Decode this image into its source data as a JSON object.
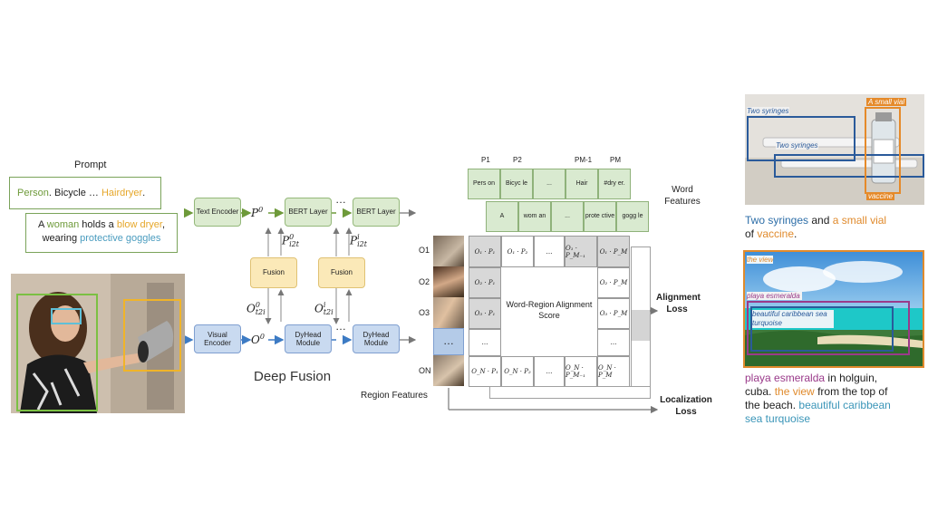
{
  "colors": {
    "person_green": "#6e9a3a",
    "object_orange": "#e6a72a",
    "goggles_blue": "#4a9cbf",
    "caption_blue": "#2d6ea8",
    "caption_orange": "#e08a2c",
    "caption_purple": "#9a3a8a",
    "caption_teal": "#3a95b8"
  },
  "prompt": {
    "title": "Prompt",
    "line1": {
      "w1": "Person",
      "s1": ". Bicycle … ",
      "w2": "Hairdryer",
      "s2": "."
    },
    "line2": {
      "a": "A ",
      "w1": "woman",
      "b": " holds a ",
      "w2": "blow dryer",
      "c": ",",
      "d": "wearing ",
      "w3": "protective goggles"
    }
  },
  "modules": {
    "text_encoder": "Text Encoder",
    "bert1": "BERT Layer",
    "bert2": "BERT Layer",
    "fusion1": "Fusion",
    "fusion2": "Fusion",
    "visual_encoder": "Visual Encoder",
    "dyhead1": "DyHead Module",
    "dyhead2": "DyHead Module",
    "ellipsis": "…"
  },
  "math": {
    "p0": "P",
    "p0_sup": "0",
    "o0": "O",
    "o0_sup": "0",
    "p_i2t_0": "P",
    "p_i2t_0_sup": "0",
    "p_i2t_0_sub": "i2t",
    "p_i2t_i": "P",
    "p_i2t_i_sup": "i",
    "p_i2t_i_sub": "i2t",
    "o_t2i_0": "O",
    "o_t2i_0_sup": "0",
    "o_t2i_0_sub": "t2i",
    "o_t2i_i": "O",
    "o_t2i_i_sup": "i",
    "o_t2i_i_sub": "t2i"
  },
  "deep_fusion": "Deep Fusion",
  "word_header": {
    "p1": "P1",
    "p2": "P2",
    "pm1": "PM-1",
    "pm": "PM"
  },
  "word_rows": {
    "row1": [
      "Pers on",
      "Bicyc le",
      "...",
      "Hair",
      "#dry er."
    ],
    "row2": [
      "A",
      "wom an",
      "...",
      "prote ctive",
      "gogg le"
    ]
  },
  "word_features": "Word Features",
  "region_labels": [
    "O1",
    "O2",
    "O3",
    "ON"
  ],
  "region_features": "Region Features",
  "matrix": {
    "r1": [
      "O₁ · P₁",
      "O₁ · P₂",
      "…",
      "O₁ · P_M₋₁",
      "O₁ · P_M"
    ],
    "r2": [
      "O₂ · P₁",
      "O₂ · P_M"
    ],
    "r3": [
      "O₃ · P₁",
      "O₃ · P_M"
    ],
    "r4": [
      "…",
      "…"
    ],
    "r5": [
      "O_N · P₁",
      "O_N · P₂",
      "…",
      "O_N · P_M₋₁",
      "O_N · P_M"
    ],
    "center": "Word-Region Alignment Score"
  },
  "alignment_loss": "Alignment Loss",
  "localization_loss": "Localization Loss",
  "right_top": {
    "label_syringes1": "Two syringes",
    "label_syringes2": "Two syringes",
    "label_vial": "A small vial",
    "label_vaccine": "vaccine",
    "cap": {
      "a": "Two syringes",
      "b": " and ",
      "c": "a small vial",
      "d": "of ",
      "e": "vaccine",
      "f": "."
    }
  },
  "right_bottom": {
    "label_view": "the view",
    "label_playa": "playa esmeralda",
    "label_beach": "beautiful caribbean sea turquoise",
    "cap": {
      "a": "playa esmeralda",
      "b": " in holguin,",
      "c": "cuba. ",
      "d": "the view",
      "e": " from the top of",
      "f": "the beach. ",
      "g": "beautiful caribbean",
      "h": "sea turquoise"
    }
  }
}
